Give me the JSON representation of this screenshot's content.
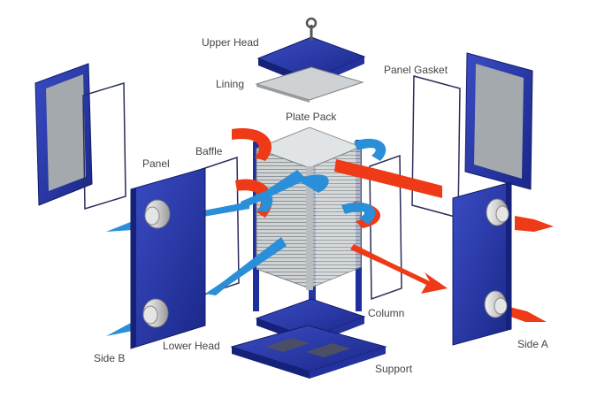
{
  "labels": {
    "upper_head": "Upper Head",
    "lining": "Lining",
    "panel_gasket": "Panel Gasket",
    "plate_pack": "Plate Pack",
    "baffle": "Baffle",
    "panel": "Panel",
    "column": "Column",
    "side_b": "Side B",
    "lower_head": "Lower Head",
    "side_a": "Side A",
    "support": "Support"
  },
  "colors": {
    "frame_blue": "#1f2f9c",
    "frame_dark": "#16227a",
    "frame_light": "#3a4cc4",
    "panel_gray": "#a4a9ad",
    "plate_light": "#d8dbdd",
    "plate_mid": "#b7bbbe",
    "plate_dark": "#8d9295",
    "flow_hot": "#ee3a16",
    "flow_cold": "#2a8fd8",
    "label_text": "#444444"
  }
}
